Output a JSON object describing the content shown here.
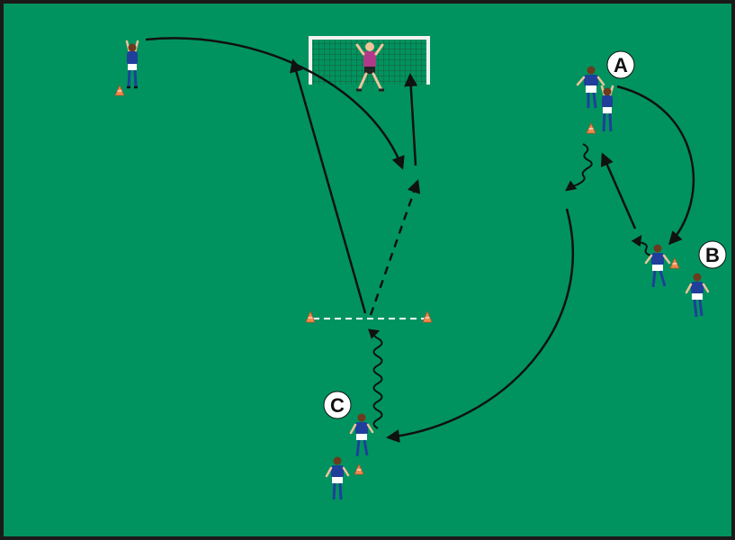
{
  "diagram": {
    "colors": {
      "pitch": "#00935f",
      "border": "#1a1a1a",
      "line": "#111111",
      "pass_dashed": "#111111",
      "gate_line": "#ffffff",
      "cone": "#f08a4b",
      "cone_stripe": "#ffffff",
      "goal_frame": "#f2f2f2",
      "goal_net": "#1d5a3a",
      "player_shirt": "#1f3f9a",
      "player_shorts": "#ffffff",
      "player_skin": "#f1c39a",
      "goalkeeper_shirt": "#b03a8a",
      "goalkeeper_shorts": "#222222",
      "label_fill": "#ffffff"
    },
    "labels": {
      "a": "A",
      "b": "B",
      "c": "C"
    }
  }
}
